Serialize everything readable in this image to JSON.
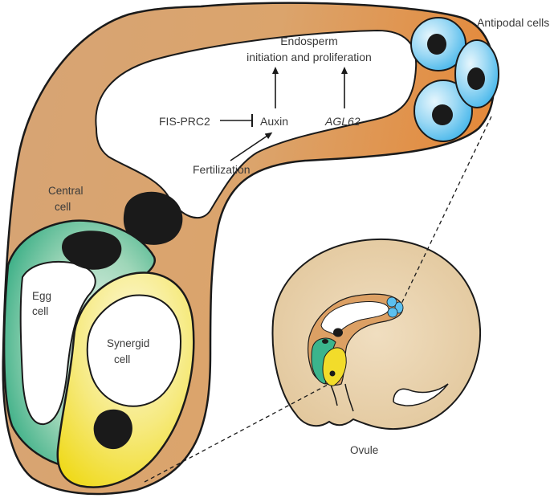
{
  "labels": {
    "antipodal": "Antipodal cells",
    "endosperm_line1": "Endosperm",
    "endosperm_line2": "initiation and proliferation",
    "fis_prc2": "FIS-PRC2",
    "auxin": "Auxin",
    "agl62": "AGL62",
    "fertilization": "Fertilization",
    "central_line1": "Central",
    "central_line2": "cell",
    "egg_line1": "Egg",
    "egg_line2": "cell",
    "synergid_line1": "Synergid",
    "synergid_line2": "cell",
    "ovule": "Ovule"
  },
  "colors": {
    "central_cell": "#d9a06a",
    "central_cell_edge": "#e08a3a",
    "antipodal": "#5cc0ee",
    "egg_cell": "#3bb48c",
    "synergid": "#f2dc2a",
    "nucleus": "#1a1a1a",
    "ovule_body": "#e6cda6",
    "vacuole": "#ffffff",
    "outline": "#1a1a1a"
  }
}
